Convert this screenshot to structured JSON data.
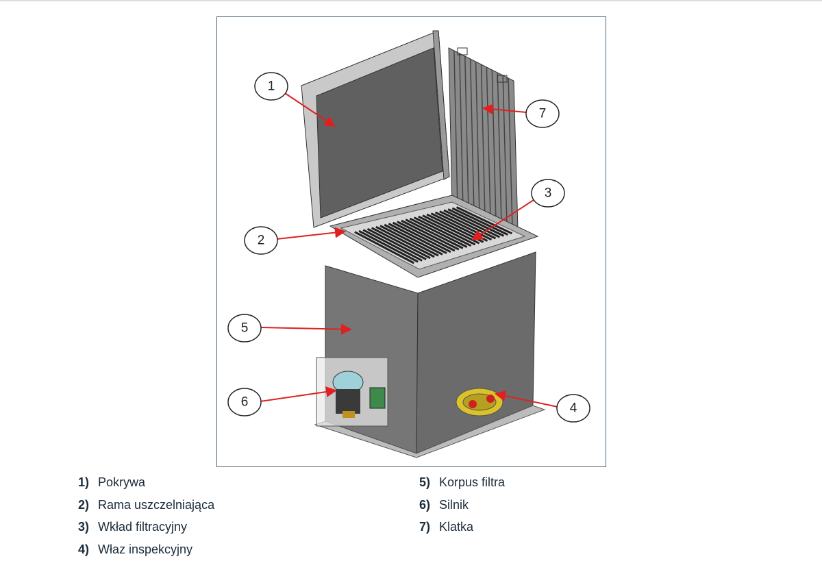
{
  "figure": {
    "callouts": [
      "1",
      "2",
      "3",
      "4",
      "5",
      "6",
      "7"
    ],
    "arrow_color": "#e02020"
  },
  "legend": {
    "left": [
      {
        "num": "1)",
        "label": "Pokrywa"
      },
      {
        "num": "2)",
        "label": "Rama uszczelniająca"
      },
      {
        "num": "3)",
        "label": "Wkład filtracyjny"
      },
      {
        "num": "4)",
        "label": "Właz inspekcyjny"
      }
    ],
    "right": [
      {
        "num": "5)",
        "label": "Korpus filtra"
      },
      {
        "num": "6)",
        "label": "Silnik"
      },
      {
        "num": "7)",
        "label": "Klatka"
      }
    ]
  }
}
